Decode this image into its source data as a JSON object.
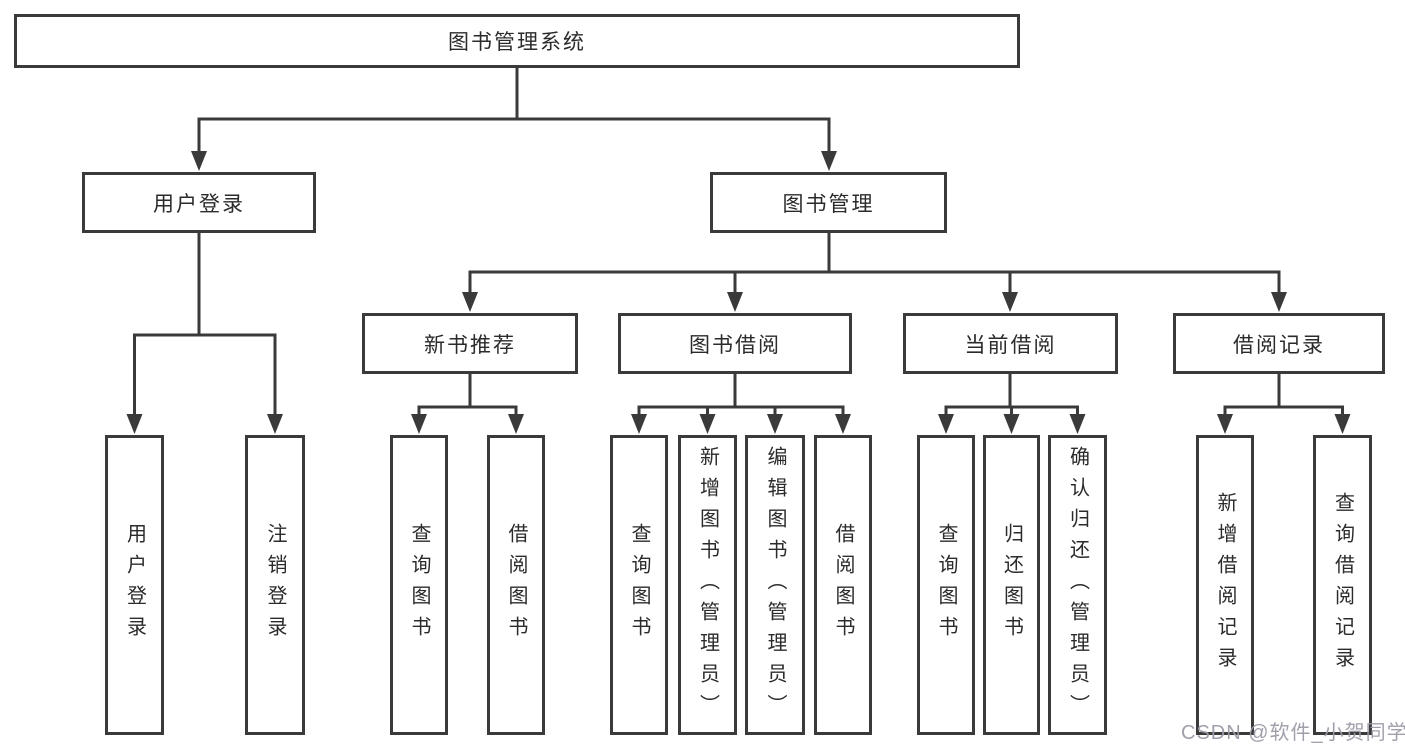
{
  "tree": {
    "root": {
      "label": "图书管理系统",
      "children": [
        {
          "label": "用户登录",
          "children": [
            {
              "label": "用户登录"
            },
            {
              "label": "注销登录"
            }
          ]
        },
        {
          "label": "图书管理",
          "children": [
            {
              "label": "新书推荐",
              "children": [
                {
                  "label": "查询图书"
                },
                {
                  "label": "借阅图书"
                }
              ]
            },
            {
              "label": "图书借阅",
              "children": [
                {
                  "label": "查询图书"
                },
                {
                  "label": "新增图书（管理员）"
                },
                {
                  "label": "编辑图书（管理员）"
                },
                {
                  "label": "借阅图书"
                }
              ]
            },
            {
              "label": "当前借阅",
              "children": [
                {
                  "label": "查询图书"
                },
                {
                  "label": "归还图书"
                },
                {
                  "label": "确认归还（管理员）"
                }
              ]
            },
            {
              "label": "借阅记录",
              "children": [
                {
                  "label": "新增借阅记录"
                },
                {
                  "label": "查询借阅记录"
                }
              ]
            }
          ]
        }
      ]
    }
  },
  "watermark": {
    "text": "CSDN @软件_小贺同学"
  },
  "colors": {
    "line": "#3a3a3a",
    "text": "#2b2b2b",
    "watermark": "#9b9ba8",
    "background": "#ffffff"
  }
}
